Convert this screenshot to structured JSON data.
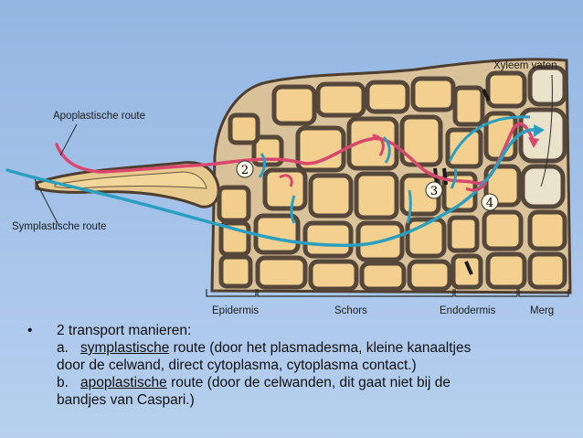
{
  "labels": {
    "xylem": "Xyleem vaten",
    "apoplastic": "Apoplastische route",
    "symplastic": "Symplastische route",
    "epidermis": "Epidermis",
    "cortex": "Schors",
    "endodermis": "Endodermis",
    "pith": "Merg"
  },
  "markers": [
    "2",
    "3",
    "4"
  ],
  "text": {
    "heading": "2 transport manieren:",
    "a_letter": "a.",
    "a_term": "symplastische",
    "a_rest": " route (door het plasmadesma, kleine kanaaltjes",
    "a_line2": "door de celwand, direct cytoplasma, cytoplasma contact.)",
    "b_letter": "b.",
    "b_term": "apoplastische",
    "b_rest": " route (door de celwanden, dit gaat niet bij de",
    "b_line2": "bandjes van  Caspari.)"
  },
  "colors": {
    "apoplastic_route": "#d9476e",
    "symplastic_route": "#2a9fc0",
    "cell_wall": "#5a4a3a",
    "cytoplasm": "#f3cf8e",
    "tissue": "#dcc29a"
  }
}
